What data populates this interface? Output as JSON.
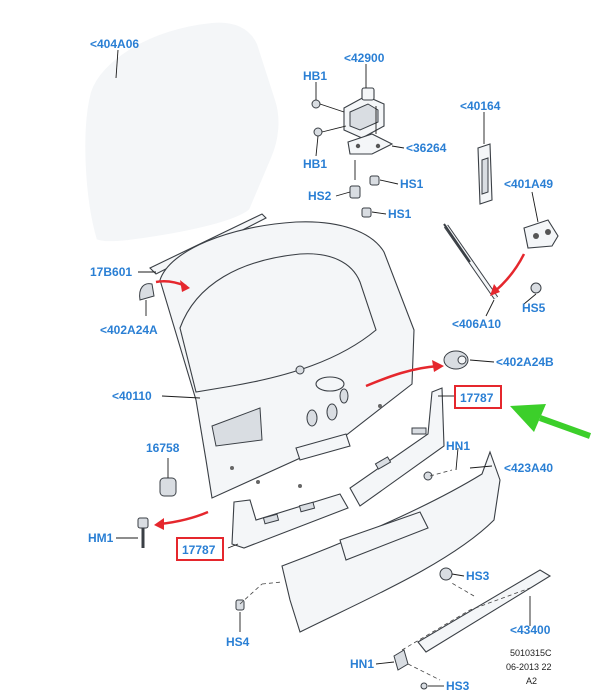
{
  "callouts": {
    "c404A06": "<404A06",
    "c42900": "<42900",
    "cHB1a": "HB1",
    "cHB1b": "HB1",
    "c36264": "<36264",
    "cHS2": "HS2",
    "cHS1a": "HS1",
    "cHS1b": "HS1",
    "c40164": "<40164",
    "c401A49": "<401A49",
    "c17B601": "17B601",
    "cHS5": "HS5",
    "c402A24A": "<402A24A",
    "c406A10": "<406A10",
    "c402A24B": "<402A24B",
    "c40110": "<40110",
    "c17787a": "17787",
    "c16758": "16758",
    "cHN1a": "HN1",
    "c423A40": "<423A40",
    "cHM1": "HM1",
    "c17787b": "17787",
    "cHS3a": "HS3",
    "cHS4": "HS4",
    "c43400": "<43400",
    "cHN1b": "HN1",
    "cHS3b": "HS3"
  },
  "stamp": {
    "code": "5010315C",
    "date": "06-2013 22",
    "sheet": "A2"
  },
  "colors": {
    "callout_text": "#2a7fd4",
    "highlight_box": "#e5272d",
    "red_arrow": "#e5272d",
    "green_arrow": "#3ccf2a",
    "line_art": "#3a3f45"
  }
}
